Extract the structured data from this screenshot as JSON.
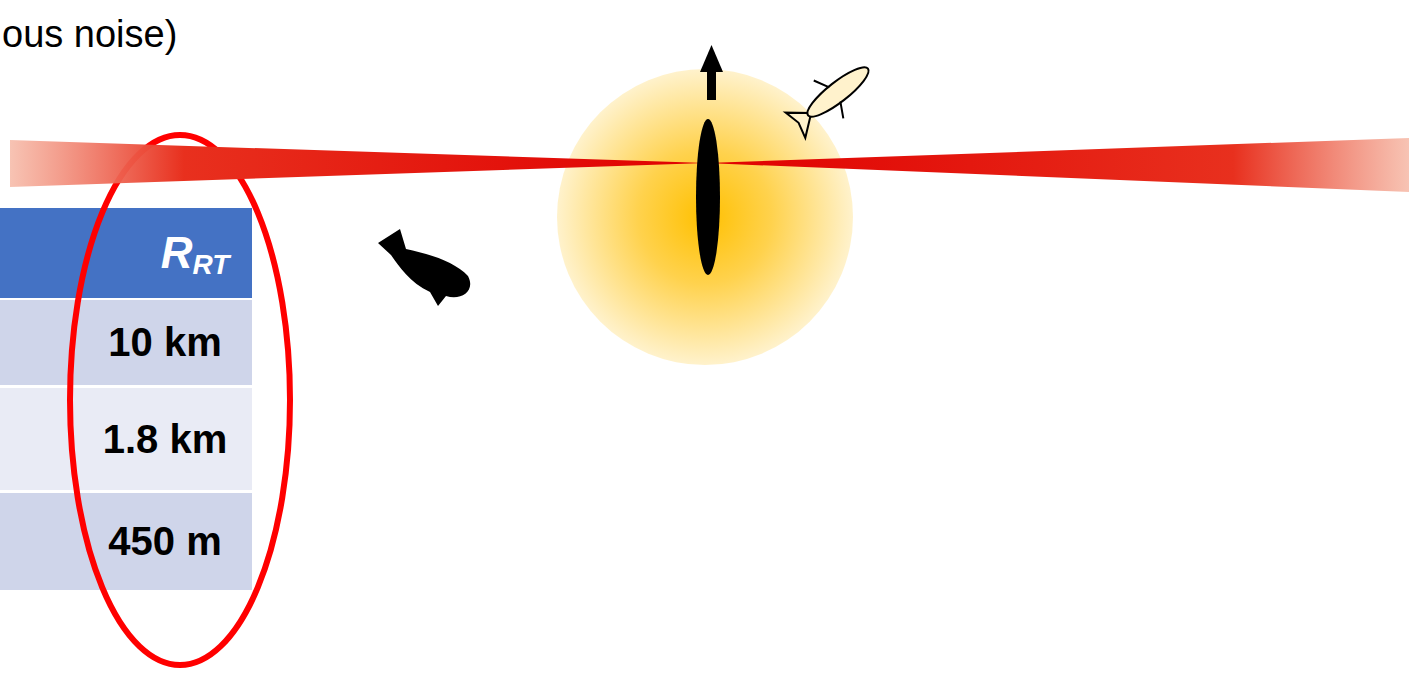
{
  "diagram": {
    "labels": [
      "ous noise)",
      "R",
      "RT",
      "10 km",
      "1.8 km",
      "450 m"
    ]
  }
}
